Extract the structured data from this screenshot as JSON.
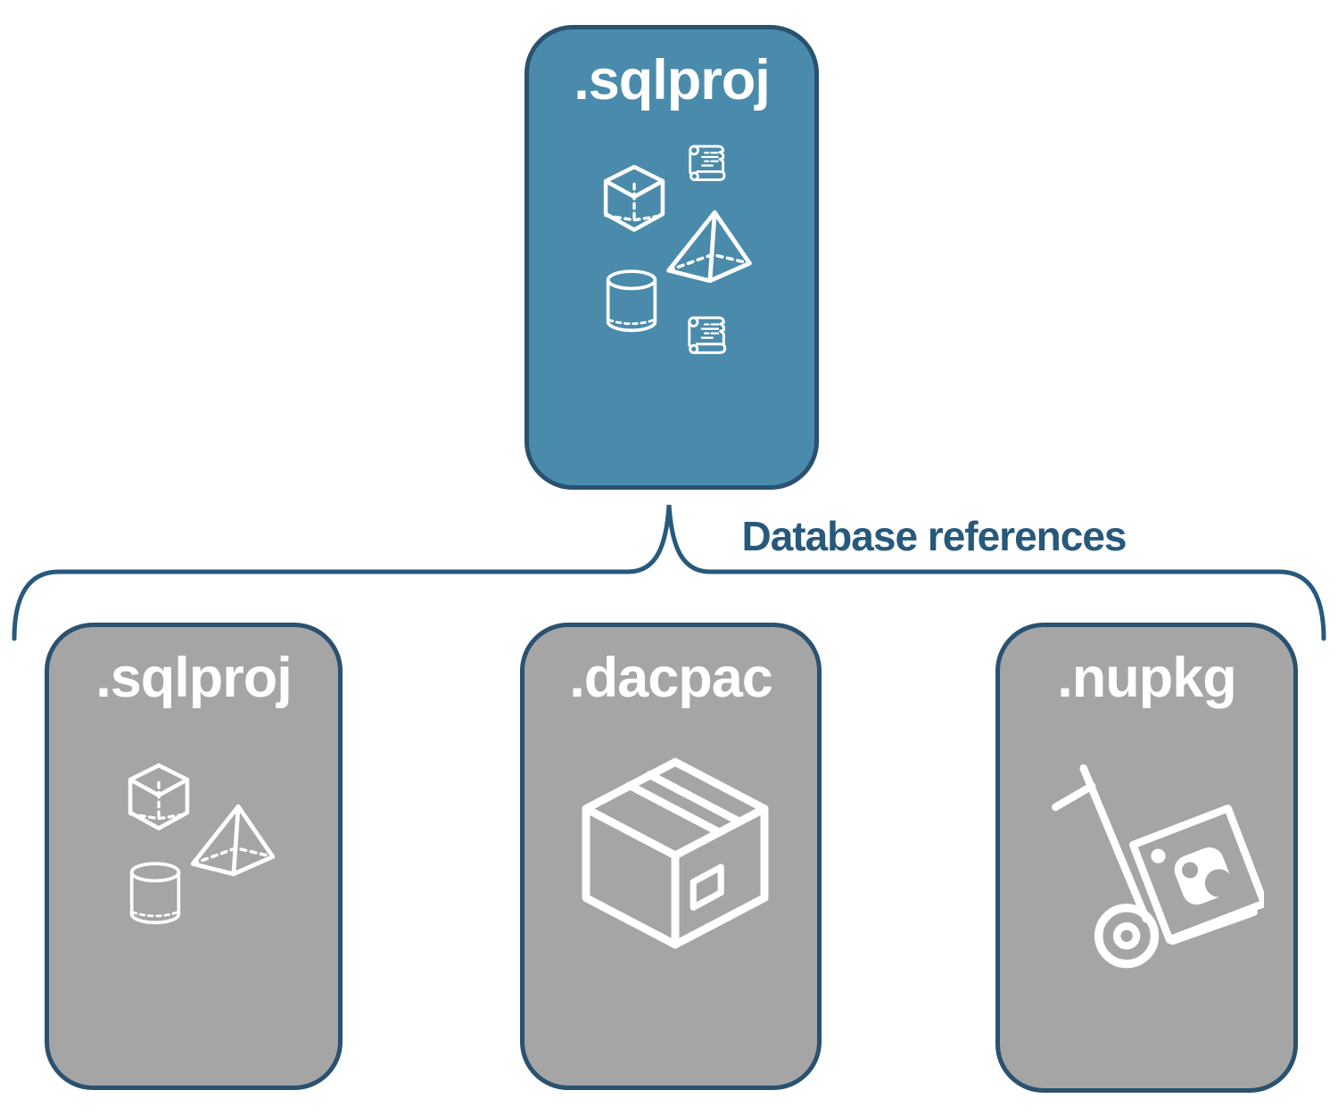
{
  "colors": {
    "root_card_fill": "#4A8BAC",
    "child_card_fill": "#A5A5A5",
    "card_border": "#2A5170",
    "connector_line": "#27597C",
    "title_color": "#FFFFFF",
    "icon_color": "#FFFFFF",
    "background": "#FFFFFF"
  },
  "root_card": {
    "title": ".sqlproj",
    "icons": [
      "scroll-icon",
      "cube-icon",
      "pyramid-icon",
      "cylinder-icon",
      "scroll-icon"
    ]
  },
  "connector_label": "Database references",
  "child_cards": [
    {
      "title": ".sqlproj",
      "icons": [
        "cube-icon",
        "pyramid-icon",
        "cylinder-icon"
      ]
    },
    {
      "title": ".dacpac",
      "icons": [
        "package-box-icon"
      ]
    },
    {
      "title": ".nupkg",
      "icons": [
        "nuget-handtruck-icon"
      ]
    }
  ]
}
